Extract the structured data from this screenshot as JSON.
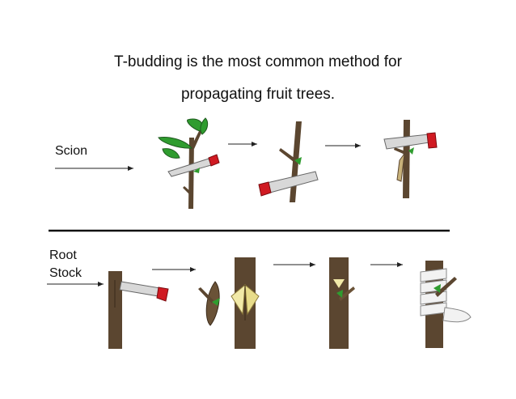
{
  "title": {
    "line1": "T-budding is the most common method for",
    "line2": "propagating fruit trees."
  },
  "labels": {
    "scion": "Scion",
    "root_line1": "Root",
    "root_line2": "Stock"
  },
  "colors": {
    "bark": "#5b4630",
    "leaf": "#2f9c2f",
    "blade": "#d8d8d8",
    "handle": "#d01a22",
    "bud": "#f1e9a8",
    "wrap": "#f2f2f2"
  }
}
